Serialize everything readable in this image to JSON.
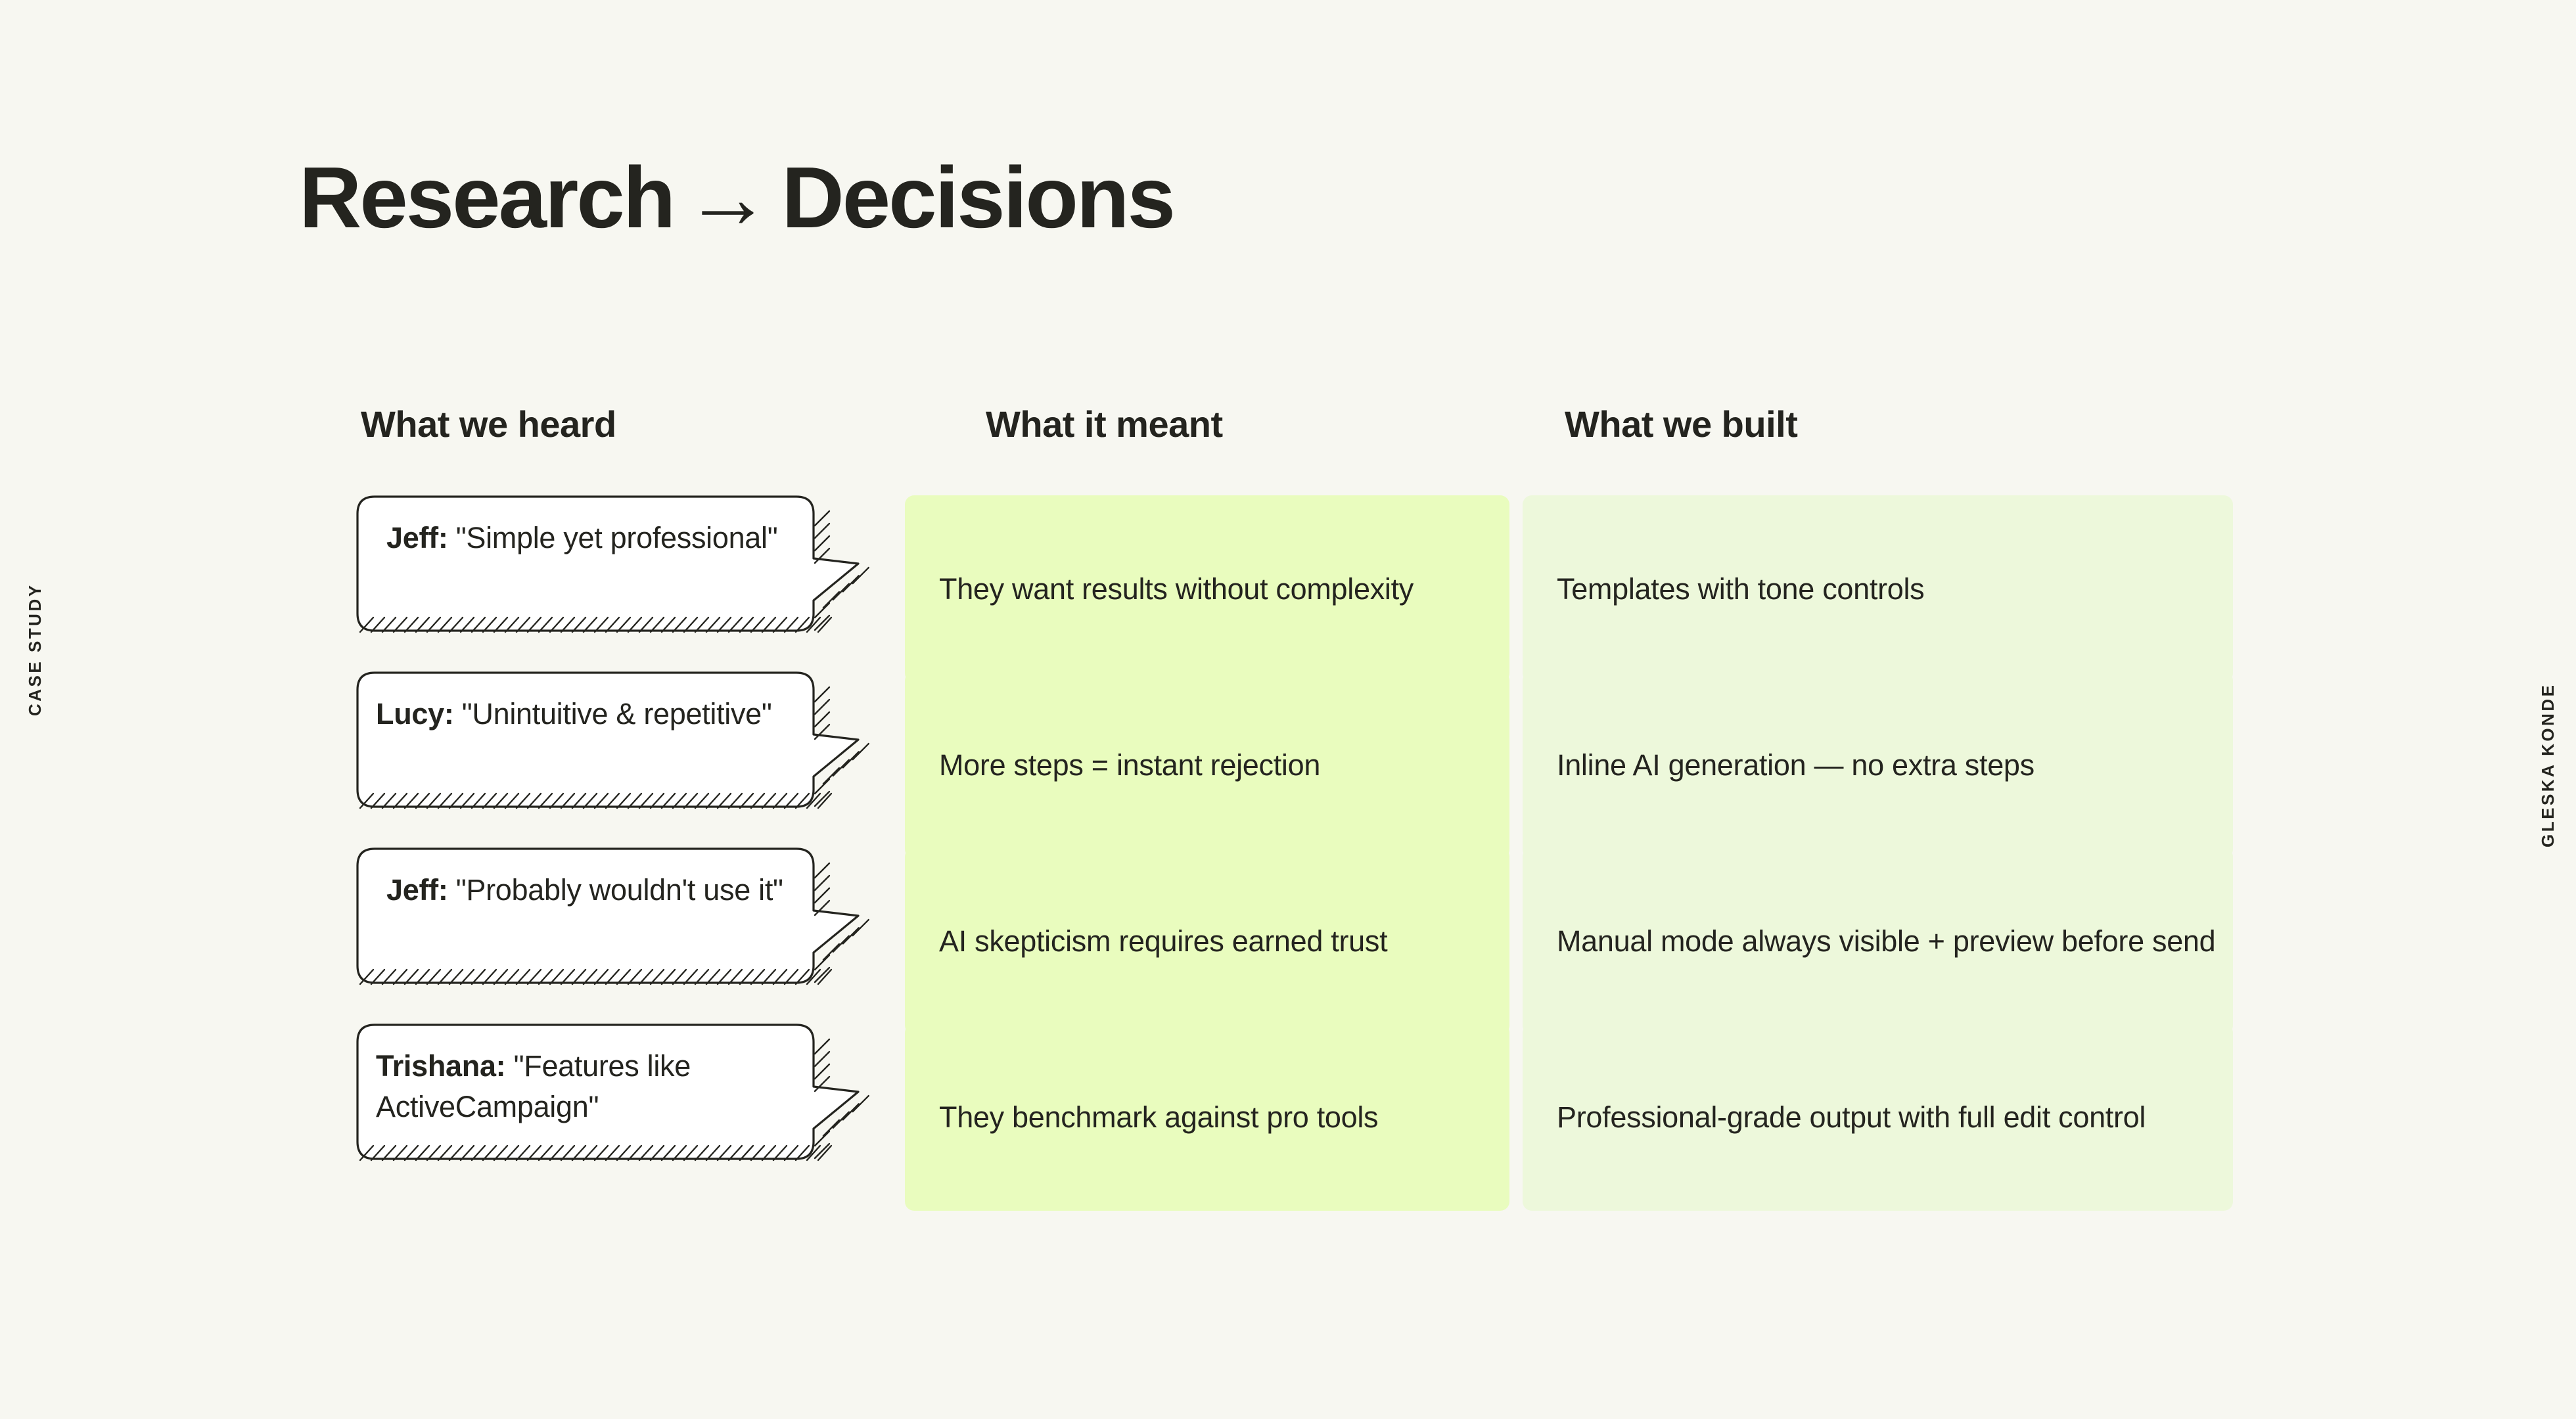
{
  "background_color": "#F7F7F1",
  "text_color": "#24241F",
  "accent_mid_color": "#E9FCBE",
  "accent_right_color": "#EDF8DB",
  "rails": {
    "left_label": "CASE STUDY",
    "right_label": "GLESKA KONDE"
  },
  "title": {
    "lead": "Research",
    "arrow": "→",
    "trail": "Decisions"
  },
  "columns": {
    "heard": "What we heard",
    "meant": "What it meant",
    "built": "What we built"
  },
  "rows": [
    {
      "speaker": "Jeff:",
      "quote": "\"Simple yet professional\"",
      "meant": "They want results without complexity",
      "built": "Templates with tone controls"
    },
    {
      "speaker": "Lucy:",
      "quote": "\"Unintuitive & repetitive\"",
      "meant": "More steps = instant rejection",
      "built": "Inline AI generation — no extra steps"
    },
    {
      "speaker": "Jeff:",
      "quote": "\"Probably wouldn't use it\"",
      "meant": "AI skepticism requires earned trust",
      "built": "Manual mode always visible + preview before send"
    },
    {
      "speaker": "Trishana:",
      "quote": "\"Features like ActiveCampaign\"",
      "meant": "They benchmark against pro tools",
      "built": "Professional-grade output with full edit control"
    }
  ]
}
